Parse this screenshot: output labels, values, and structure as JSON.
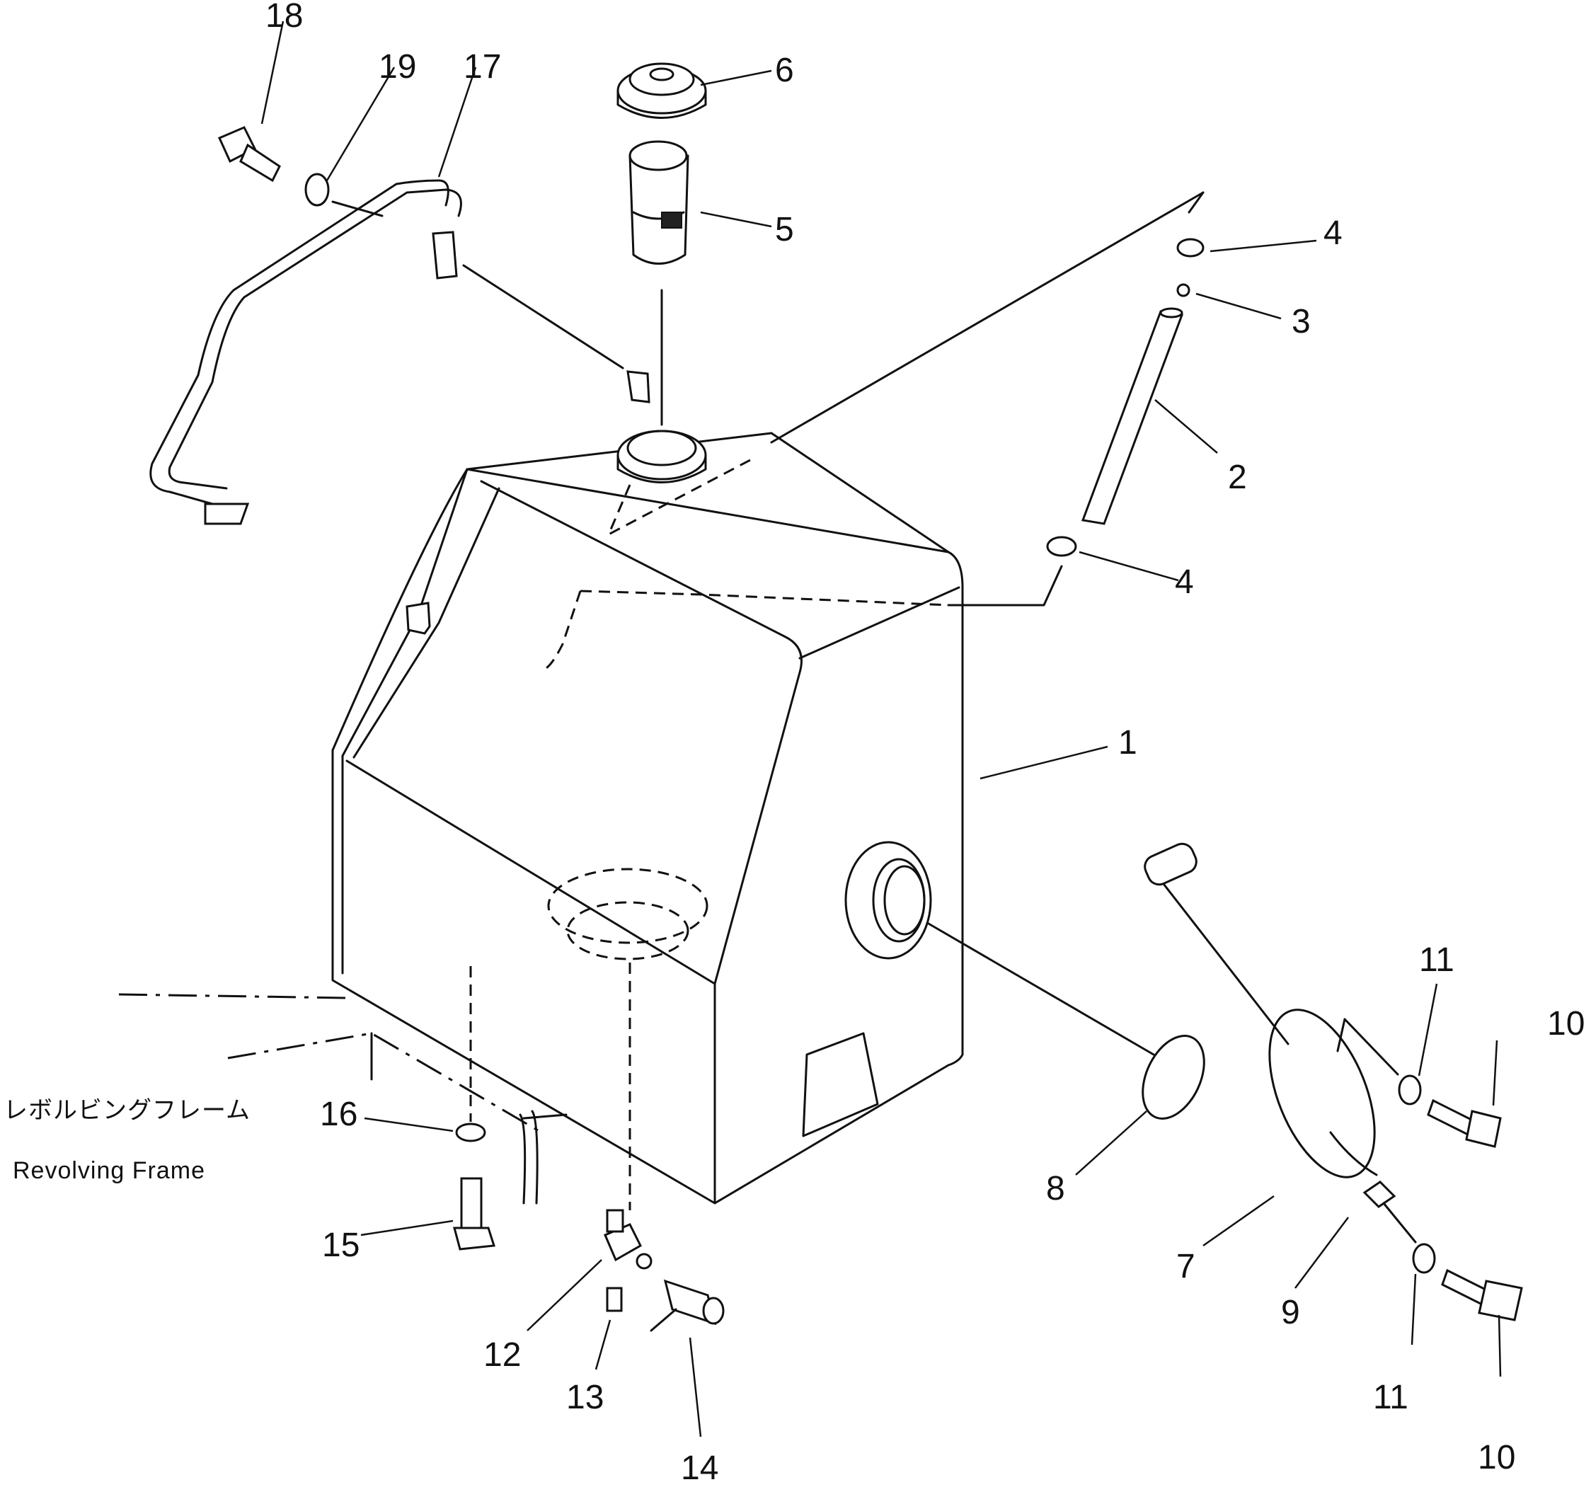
{
  "callouts": {
    "c1": "1",
    "c2": "2",
    "c3": "3",
    "c4a": "4",
    "c4b": "4",
    "c5": "5",
    "c6": "6",
    "c7": "7",
    "c8": "8",
    "c9": "9",
    "c10a": "10",
    "c10b": "10",
    "c11a": "11",
    "c11b": "11",
    "c12": "12",
    "c13": "13",
    "c14": "14",
    "c15": "15",
    "c16": "16",
    "c17": "17",
    "c18": "18",
    "c19": "19"
  },
  "frame_label": {
    "japanese": "レボルビングフレーム",
    "english": "Revolving Frame"
  }
}
